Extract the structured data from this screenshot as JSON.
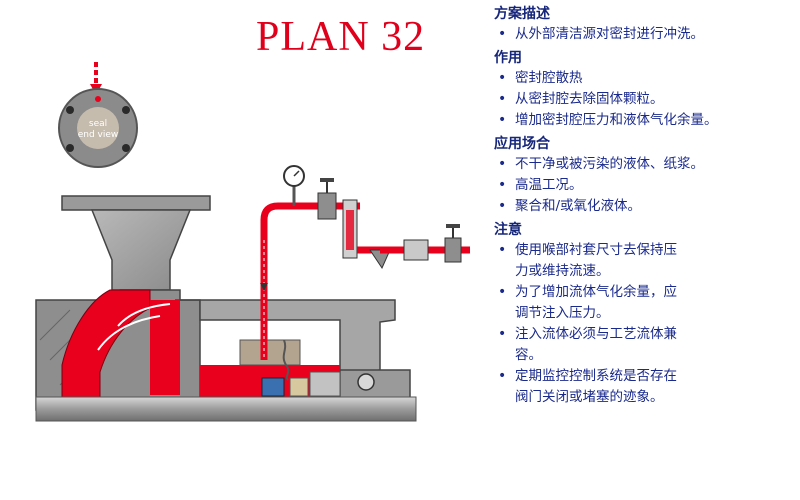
{
  "title": "PLAN 32",
  "diagram": {
    "seal_label_line1": "seal",
    "seal_label_line2": "end view"
  },
  "sections": [
    {
      "heading": "方案描述",
      "items": [
        "从外部清洁源对密封进行冲洗。"
      ]
    },
    {
      "heading": "作用",
      "items": [
        "密封腔散热",
        "从密封腔去除固体颗粒。",
        "增加密封腔压力和液体气化余量。"
      ]
    },
    {
      "heading": "应用场合",
      "items": [
        "不干净或被污染的液体、纸浆。",
        "高温工况。",
        "聚合和/或氧化液体。"
      ]
    },
    {
      "heading": "注意",
      "items": [
        [
          "使用喉部衬套尺寸去保持压",
          "力或维持流速。"
        ],
        [
          "为了增加流体气化余量，应",
          "调节注入压力。"
        ],
        [
          "注入流体必须与工艺流体兼",
          "容。"
        ],
        [
          "定期监控控制系统是否存在",
          "阀门关闭或堵塞的迹象。"
        ]
      ]
    }
  ]
}
